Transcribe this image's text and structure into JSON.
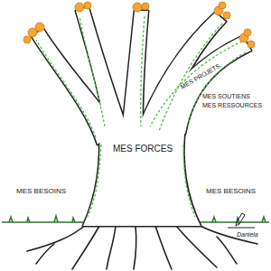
{
  "diagram": {
    "labels": [
      "MES PROJETS",
      "MES SOUTIENS",
      "MES RESSOURCES",
      "MES FORCES",
      "MES BESOINS",
      "MES BESOINS",
      "Daniela"
    ]
  }
}
